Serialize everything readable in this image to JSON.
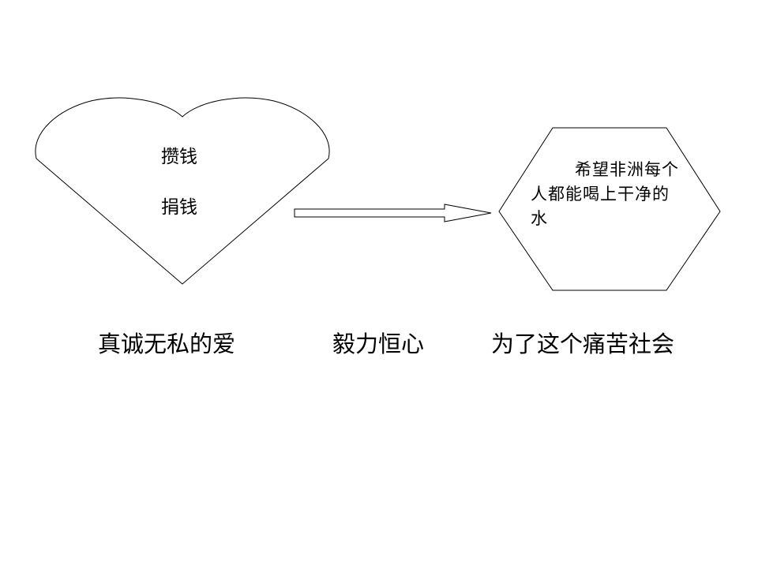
{
  "diagram": {
    "heart": {
      "lines": [
        "攒钱",
        "捐钱"
      ]
    },
    "hexagon": {
      "text": "希望非洲每个人都能喝上干净的水"
    },
    "captions": {
      "left": "真诚无私的爱",
      "middle": "毅力恒心",
      "right": "为了这个痛苦社会"
    }
  }
}
